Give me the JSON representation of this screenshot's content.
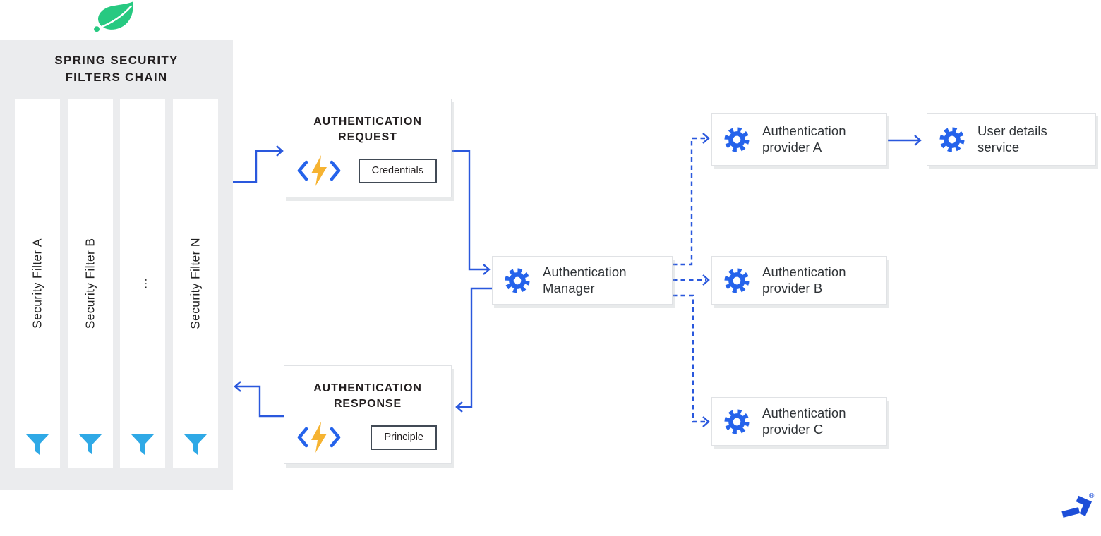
{
  "colors": {
    "arrow_blue": "#2a58dd",
    "gear_blue": "#2563eb",
    "funnel_blue": "#2fa9e6",
    "bolt_yellow": "#f6b331",
    "leaf_green": "#27c981",
    "panel_gray": "#ebecee",
    "ink": "#231f20",
    "label_ink": "#2f3337",
    "tag_border": "#414a55",
    "toptal_blue": "#1d4ed8"
  },
  "icons": {
    "spring-leaf-icon": "spring framework leaf",
    "funnel-icon": "filter funnel",
    "gear-icon": "cog / service gear",
    "code-lightning-icon": "lightning bolt between angle brackets",
    "toptal-logo-icon": "toptal brand mark"
  },
  "filters_panel": {
    "title": "SPRING SECURITY\nFILTERS CHAIN",
    "filters": [
      "Security Filter A",
      "Security Filter B",
      "...",
      "Security Filter N"
    ]
  },
  "flow": {
    "auth_request": {
      "title": "AUTHENTICATION REQUEST",
      "payload": "Credentials"
    },
    "auth_response": {
      "title": "AUTHENTICATION RESPONSE",
      "payload": "Principle"
    },
    "auth_manager": {
      "label": "Authentication Manager"
    },
    "providers": [
      "Authentication provider A",
      "Authentication provider B",
      "Authentication provider C"
    ],
    "user_details_service": {
      "label": "User details service"
    }
  },
  "footer": {
    "registered_mark": "®"
  }
}
